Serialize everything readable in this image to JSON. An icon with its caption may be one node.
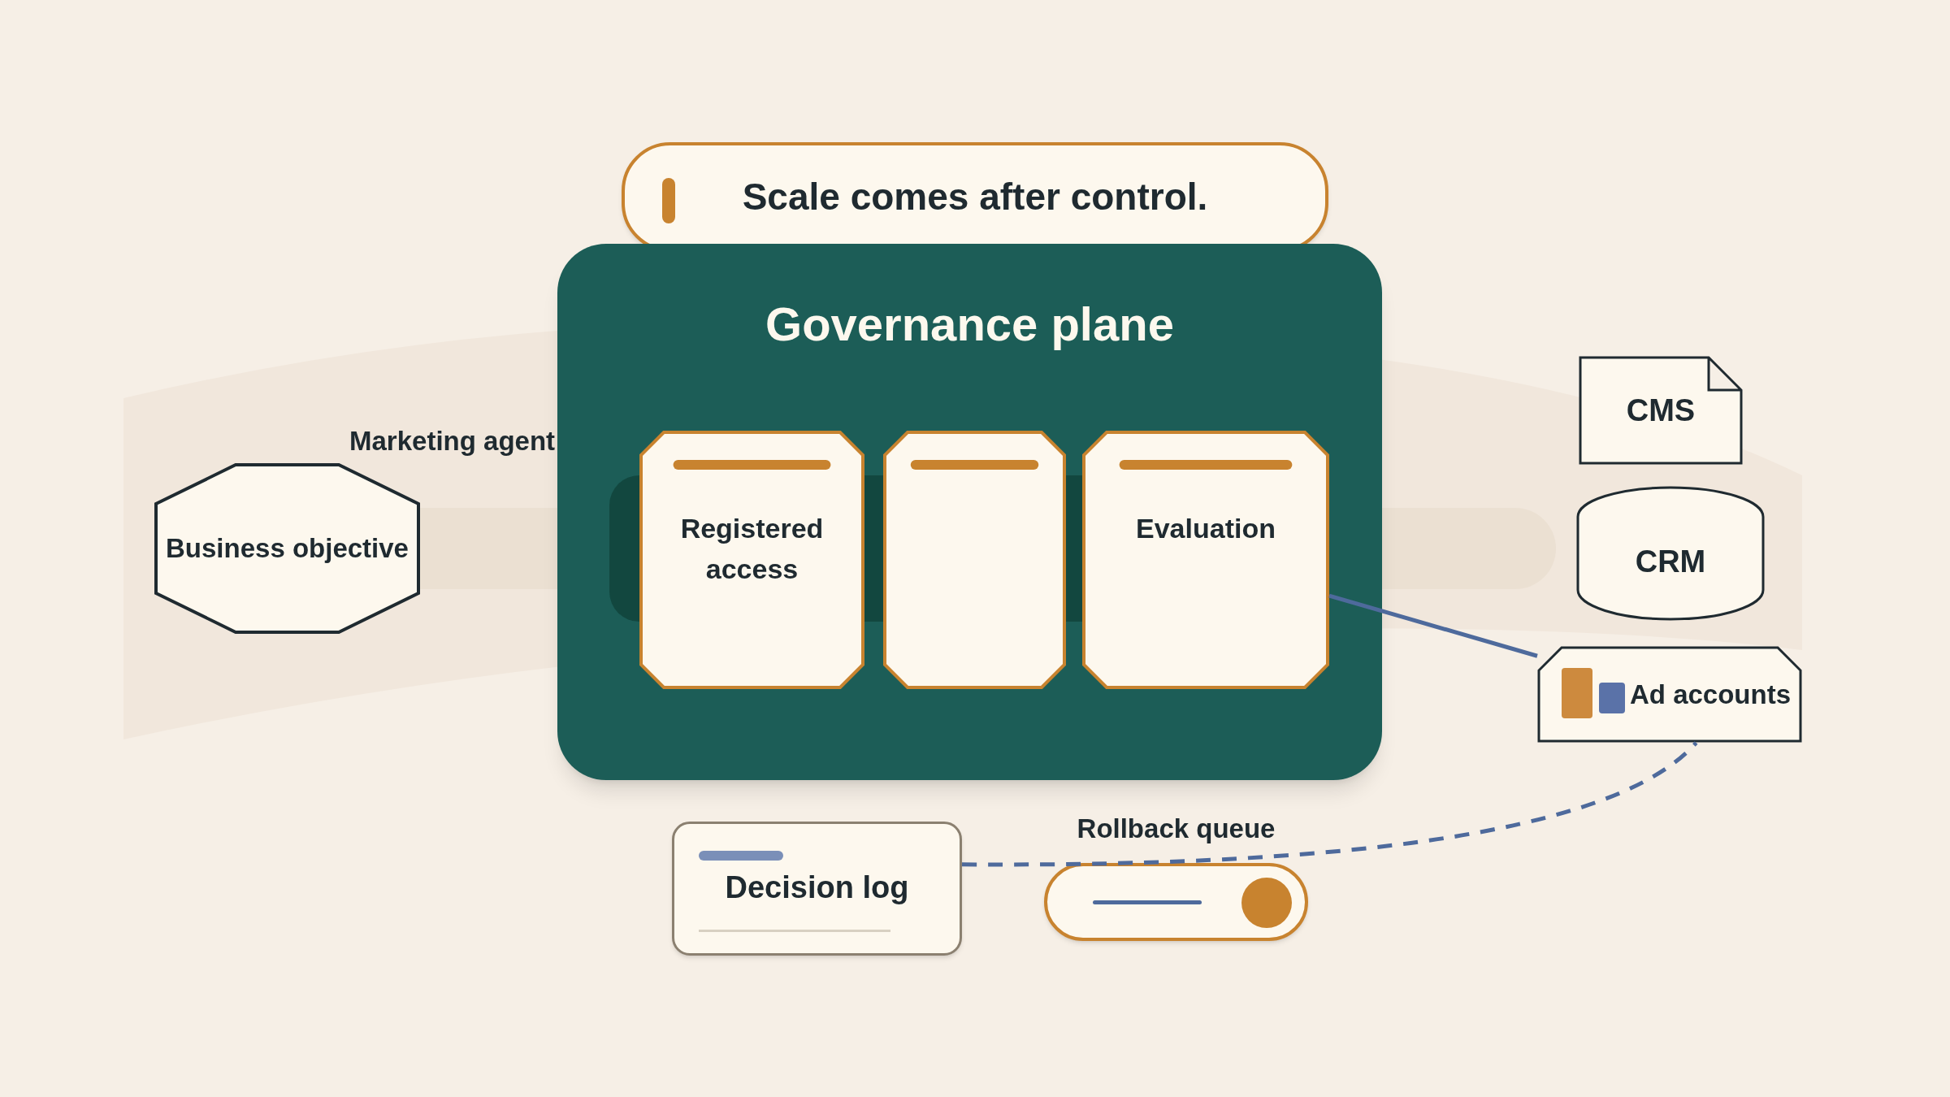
{
  "diagram": {
    "nodes": [
      {
        "text": [
          "Scale comes after control."
        ]
      },
      {
        "text": [
          "Governance plane"
        ]
      },
      {
        "text": [
          "Registered access"
        ],
        "in": 1
      },
      {
        "text": [],
        "shape": "box",
        "in": 1
      },
      {
        "text": [
          "Evaluation"
        ],
        "in": 1
      },
      {
        "text": [
          "Business objective"
        ]
      },
      {
        "text": [
          "CMS"
        ]
      },
      {
        "text": [
          "CRM"
        ]
      },
      {
        "text": [
          "Ad accounts"
        ]
      },
      {
        "text": [
          "Decision log"
        ]
      },
      {
        "text": [],
        "shape": "toggle",
        "beside": [
          "Rollback queue"
        ]
      }
    ],
    "edges": [
      {
        "from": 4,
        "to": 8,
        "arrow": "none"
      },
      {
        "from": 9,
        "to": 8,
        "arrow": "none",
        "style": "dashed"
      }
    ],
    "labels": [
      "Marketing agent"
    ]
  }
}
